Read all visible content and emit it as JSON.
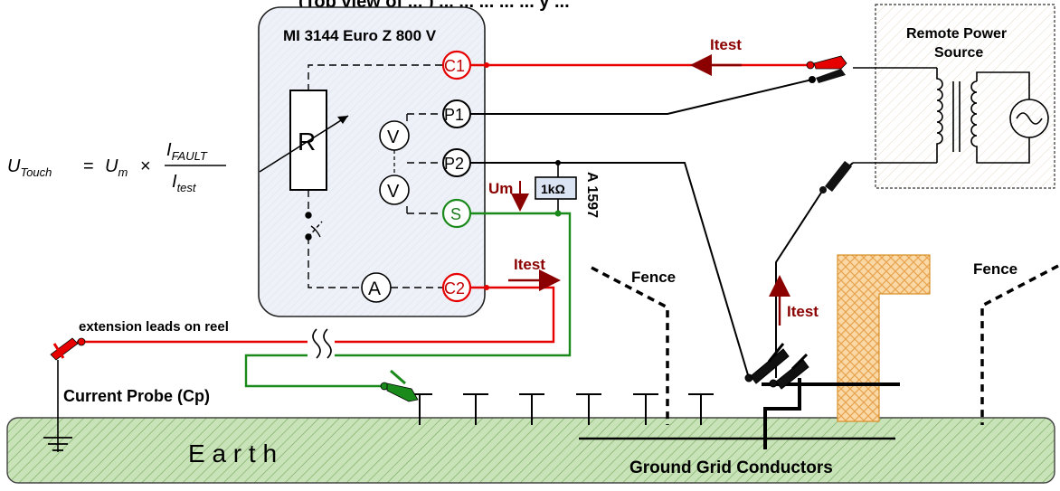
{
  "top_caption": "(Top view of ... ) ... ... ... ... ... y ...",
  "instrument": {
    "title": "MI 3144 Euro Z 800 V",
    "resistor": "R",
    "voltmeter": "V",
    "ammeter": "A",
    "terminals": {
      "c1": "C1",
      "p1": "P1",
      "p2": "P2",
      "s": "S",
      "c2": "C2"
    }
  },
  "formula": {
    "lhs": "U",
    "lhs_sub": "Touch",
    "eq": "=",
    "um": "U",
    "um_sub": "m",
    "times": "×",
    "num": "I",
    "num_sub": "FAULT",
    "den": "I",
    "den_sub": "test"
  },
  "labels": {
    "itest_top": "Itest",
    "itest_mid": "Itest",
    "itest_right": "Itest",
    "um": "Um",
    "resistor_1k": "1kΩ",
    "adapter": "A 1597",
    "remote_source": "Remote Power",
    "remote_source_2": "Source",
    "fence_left": "Fence",
    "fence_right": "Fence",
    "extension_leads": "extension leads on reel",
    "current_probe": "Current Probe (Cp)",
    "earth": "E a r t h",
    "ground_grid": "Ground Grid Conductors"
  },
  "colors": {
    "current_circuit": "#e60000",
    "test_arrow": "#8b0000",
    "sense_circuit": "#1a8a1a",
    "earth_fill": "#c6e0b4",
    "instrument_fill": "#eef1f8",
    "structure_fill": "#f9d49c"
  }
}
